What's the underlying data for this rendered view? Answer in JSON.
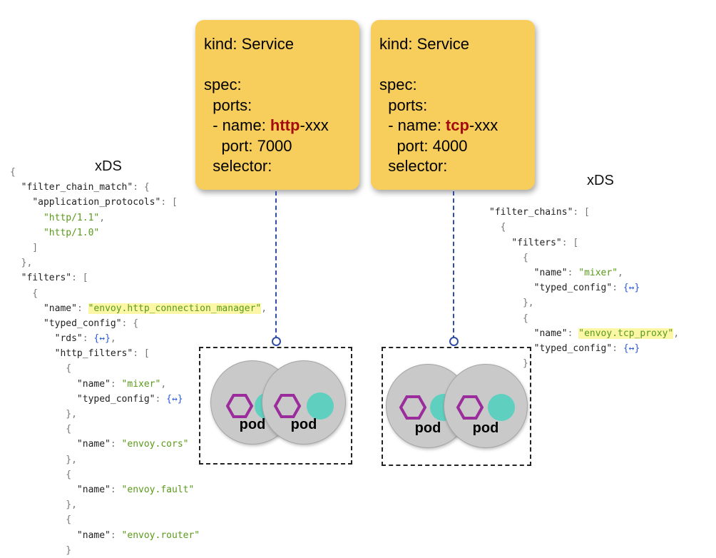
{
  "service_cards": [
    {
      "kind_line": "kind: Service",
      "spec_line": "spec:",
      "ports_line": "  ports:",
      "name_prefix": "  - name: ",
      "protocol": "http",
      "name_suffix": "-xxx",
      "port_line": "    port: 7000",
      "selector_line": "  selector:"
    },
    {
      "kind_line": "kind: Service",
      "spec_line": "spec:",
      "ports_line": "  ports:",
      "name_prefix": "  - name: ",
      "protocol": "tcp",
      "name_suffix": "-xxx",
      "port_line": "    port: 4000",
      "selector_line": "  selector:"
    }
  ],
  "xds_left": {
    "title": "xDS",
    "lines": [
      [
        [
          "p",
          "{"
        ]
      ],
      [
        [
          "p",
          "  "
        ],
        [
          "k",
          "\"filter_chain_match\""
        ],
        [
          "p",
          ": {"
        ]
      ],
      [
        [
          "p",
          "    "
        ],
        [
          "k",
          "\"application_protocols\""
        ],
        [
          "p",
          ": ["
        ]
      ],
      [
        [
          "p",
          "      "
        ],
        [
          "s",
          "\"http/1.1\""
        ],
        [
          "p",
          ","
        ]
      ],
      [
        [
          "p",
          "      "
        ],
        [
          "s",
          "\"http/1.0\""
        ]
      ],
      [
        [
          "p",
          "    ]"
        ]
      ],
      [
        [
          "p",
          "  },"
        ]
      ],
      [
        [
          "p",
          "  "
        ],
        [
          "k",
          "\"filters\""
        ],
        [
          "p",
          ": ["
        ]
      ],
      [
        [
          "p",
          "    {"
        ]
      ],
      [
        [
          "p",
          "      "
        ],
        [
          "k",
          "\"name\""
        ],
        [
          "p",
          ": "
        ],
        [
          "sh",
          "\"envoy.http_connection_manager\""
        ],
        [
          "p",
          ","
        ]
      ],
      [
        [
          "p",
          "      "
        ],
        [
          "k",
          "\"typed_config\""
        ],
        [
          "p",
          ": {"
        ]
      ],
      [
        [
          "p",
          "        "
        ],
        [
          "k",
          "\"rds\""
        ],
        [
          "p",
          ": "
        ],
        [
          "x",
          "{↔}"
        ],
        [
          "p",
          ","
        ]
      ],
      [
        [
          "p",
          "        "
        ],
        [
          "k",
          "\"http_filters\""
        ],
        [
          "p",
          ": ["
        ]
      ],
      [
        [
          "p",
          "          {"
        ]
      ],
      [
        [
          "p",
          "            "
        ],
        [
          "k",
          "\"name\""
        ],
        [
          "p",
          ": "
        ],
        [
          "s",
          "\"mixer\""
        ],
        [
          "p",
          ","
        ]
      ],
      [
        [
          "p",
          "            "
        ],
        [
          "k",
          "\"typed_config\""
        ],
        [
          "p",
          ": "
        ],
        [
          "x",
          "{↔}"
        ]
      ],
      [
        [
          "p",
          "          },"
        ]
      ],
      [
        [
          "p",
          "          {"
        ]
      ],
      [
        [
          "p",
          "            "
        ],
        [
          "k",
          "\"name\""
        ],
        [
          "p",
          ": "
        ],
        [
          "s",
          "\"envoy.cors\""
        ]
      ],
      [
        [
          "p",
          "          },"
        ]
      ],
      [
        [
          "p",
          "          {"
        ]
      ],
      [
        [
          "p",
          "            "
        ],
        [
          "k",
          "\"name\""
        ],
        [
          "p",
          ": "
        ],
        [
          "s",
          "\"envoy.fault\""
        ]
      ],
      [
        [
          "p",
          "          },"
        ]
      ],
      [
        [
          "p",
          "          {"
        ]
      ],
      [
        [
          "p",
          "            "
        ],
        [
          "k",
          "\"name\""
        ],
        [
          "p",
          ": "
        ],
        [
          "s",
          "\"envoy.router\""
        ]
      ],
      [
        [
          "p",
          "          }"
        ]
      ]
    ]
  },
  "xds_right": {
    "title": "xDS",
    "lines": [
      [
        [
          "p",
          "  "
        ]
      ],
      [
        [
          "k",
          "\"filter_chains\""
        ],
        [
          "p",
          ": ["
        ]
      ],
      [
        [
          "p",
          "  {"
        ]
      ],
      [
        [
          "p",
          "    "
        ],
        [
          "k",
          "\"filters\""
        ],
        [
          "p",
          ": ["
        ]
      ],
      [
        [
          "p",
          "      {"
        ]
      ],
      [
        [
          "p",
          "        "
        ],
        [
          "k",
          "\"name\""
        ],
        [
          "p",
          ": "
        ],
        [
          "s",
          "\"mixer\""
        ],
        [
          "p",
          ","
        ]
      ],
      [
        [
          "p",
          "        "
        ],
        [
          "k",
          "\"typed_config\""
        ],
        [
          "p",
          ": "
        ],
        [
          "x",
          "{↔}"
        ]
      ],
      [
        [
          "p",
          "      },"
        ]
      ],
      [
        [
          "p",
          "      {"
        ]
      ],
      [
        [
          "p",
          "        "
        ],
        [
          "k",
          "\"name\""
        ],
        [
          "p",
          ": "
        ],
        [
          "sh",
          "\"envoy.tcp_proxy\""
        ],
        [
          "p",
          ","
        ]
      ],
      [
        [
          "p",
          "        "
        ],
        [
          "k",
          "\"typed_config\""
        ],
        [
          "p",
          ": "
        ],
        [
          "x",
          "{↔}"
        ]
      ],
      [
        [
          "p",
          "      }"
        ]
      ]
    ]
  },
  "pods": {
    "label": "pod"
  },
  "colors": {
    "card": "#f7cd5c",
    "protocol_text": "#a50d0d",
    "connector": "#2f4ea3",
    "pod_body": "#c9c9c9",
    "hexagon": "#9b2c9b",
    "sidecar": "#5fd0c0",
    "json_string": "#5a9a1a",
    "json_highlight": "#fbf7a6"
  },
  "icons": [
    "hexagon-icon",
    "circle-icon"
  ]
}
